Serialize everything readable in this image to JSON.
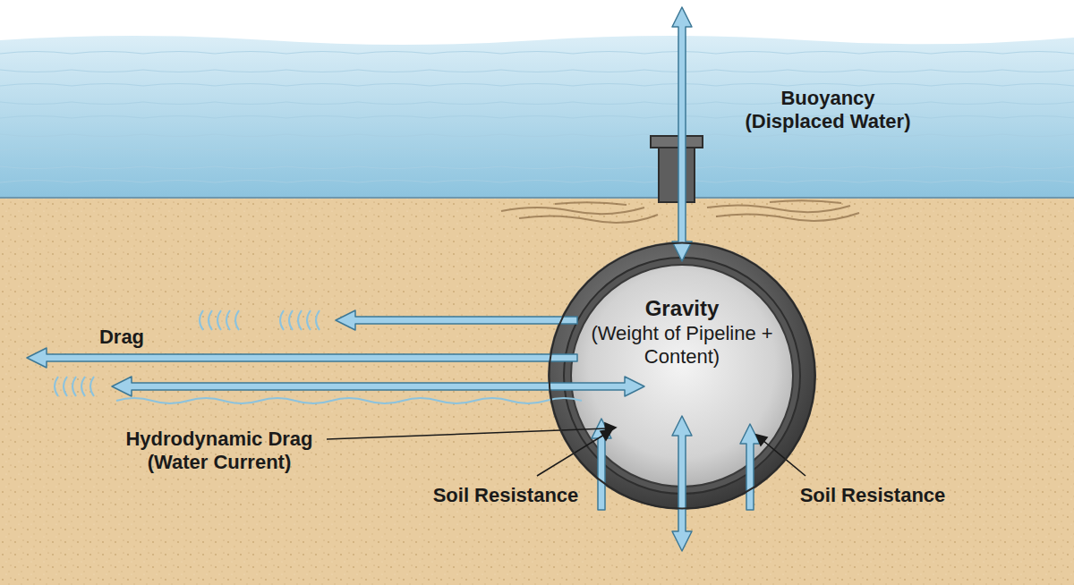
{
  "diagram": {
    "nodes": [
      {
        "text": [
          "Gravity",
          "(Weight of Pipeline + Content)"
        ]
      }
    ],
    "labels": [
      "Buoyancy (Displaced Water)",
      "Drag",
      "Hydrodynamic Drag (Water Current)",
      "Soil Resistance",
      "Soil Resistance"
    ]
  }
}
